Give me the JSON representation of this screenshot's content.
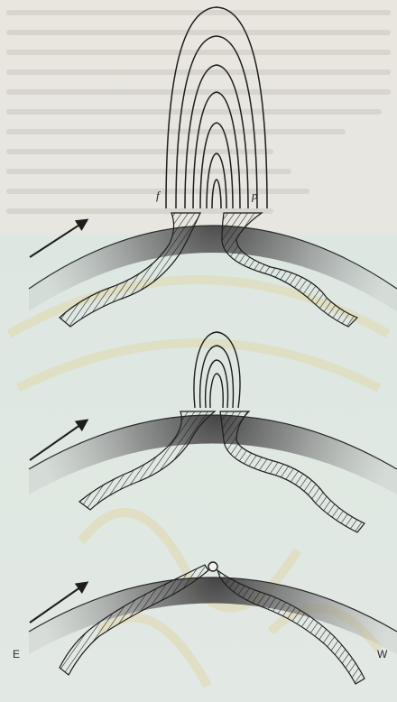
{
  "labels": {
    "footpoint_f": "f",
    "footpoint_p": "p",
    "east": "E",
    "west": "W"
  },
  "colors": {
    "paper": "#ece9e2",
    "paper_lower": "#dfe8e2",
    "ink": "#1d1d1d",
    "shade": "#5c5c5c",
    "watermark": "#e3d7a8"
  }
}
